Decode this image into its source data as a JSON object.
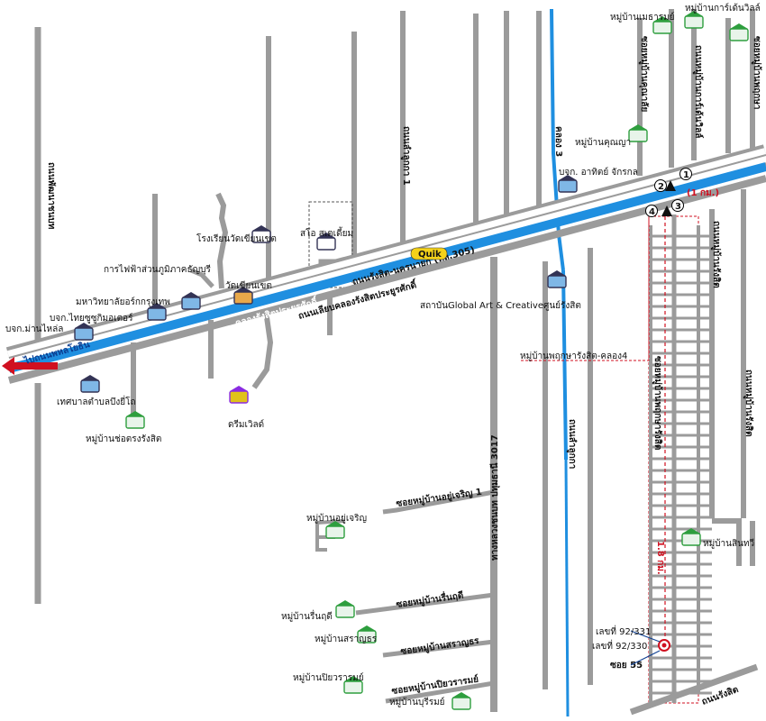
{
  "colors": {
    "road": "#9b9b9b",
    "canal": "#1f8fe0",
    "route": "#d01020",
    "destination": "#d01020",
    "icon_village": "#2e9e3e"
  },
  "highway": {
    "main_road_label": "ถนนรังสิต-นครนายก (ทล.305)",
    "parallel_road_label": "ถนนเลียบคลองรังสิตประยูรศักดิ์",
    "canal_label": "คลองรังสิตประยูรศักดิ์",
    "direction_label": "ไปถนนพหลโยธิน",
    "brand_badge": "Quik"
  },
  "roads": {
    "left_road": "ถนนพัฒนาชนบท",
    "road_school": "ถนนลำลูกกา 1",
    "road_3017": "ทางหลวงชนบท ปทุมธานี 3017",
    "canal_3": "คลอง 3",
    "road_3a": "ถนนลำลูกกา",
    "road_vertical_1": "ซอยหมู่บ้านคุณาลัย",
    "road_vertical_2": "ถนนหมู่บ้านการ์เด้นวิลล์",
    "road_vertical_3": "ซอยหมู่บ้านพฤกษา",
    "road_vertical_4": "ถนนหมู่บ้านรังสิต",
    "soi_left": "ซอยหมู่บ้านพฤกษารังสิต",
    "distance": "1.8 กม.",
    "km_note": "(1 กม.)",
    "soi_bottom": "ซอย 55",
    "bottom_road": "ถนนรังสิต"
  },
  "sois": {
    "s1": "ซอยหมู่บ้านอยู่เจริญ 1",
    "s2": "ซอยหมู่บ้านรื่นฤดี",
    "s3": "ซอยหมู่บ้านสราญธร",
    "s4": "ซอยหมู่บ้านปิยวรารมย์"
  },
  "places": {
    "rajamangala": "การไฟฟ้าส่วนภูมิภาคธัญบุรี",
    "school": "โรงเรียนวัดเขียนเขต",
    "temple": "วัดเขียนเขต",
    "studium": "สโอ สเตเดี้ยม",
    "university": "มหาวิทยาลัยอร์กกรุงเทพ",
    "company_thai": "บจก.ไทยซูซูกิมอเตอร์",
    "company_left": "บจก.ม่านไหล่ล",
    "municipality": "เทศบาลตำบลบึงยี่โถ",
    "village_chotrang": "หมู่บ้านช่อตรงรังสิต",
    "dreamworld": "ดรีมเวิลด์",
    "global_art": "สถาบันGlobal Art & Creativeศูนย์รังสิต",
    "pruksa4": "หมู่บ้านพฤกษารังสิต-คลอง4",
    "arit": "บจก. อาทิตย์ จักรกล",
    "kunya": "หมู่บ้านคุณญา",
    "metharom": "หมู่บ้านเมธารมย์",
    "garden": "หมู่บ้านการ์เด้นวิลล์",
    "yucharoen": "หมู่บ้านอยู่เจริญ",
    "ruenrudee": "หมู่บ้านรื่นฤดี",
    "saranthorn": "หมู่บ้านสราญธร",
    "piyawararom": "หมู่บ้านปิยวรารมย์",
    "bureerom": "หมู่บ้านบุรีรมย์",
    "sinthawee": "หมู่บ้านสินทวี",
    "addr1": "เลขที่ 92/331",
    "addr2": "เลขที่ 92/330"
  },
  "markers": [
    "1",
    "2",
    "3",
    "4"
  ]
}
